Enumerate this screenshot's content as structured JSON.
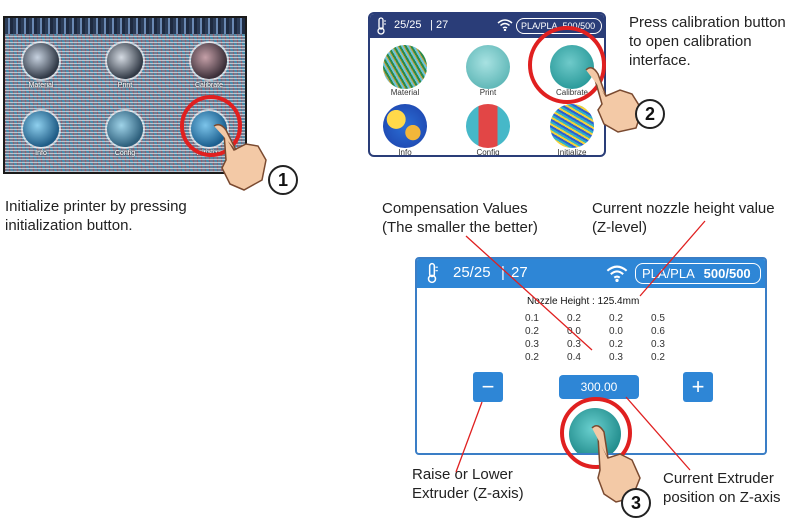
{
  "screen1": {
    "labels": [
      "Material",
      "Print",
      "Calibrate",
      "Info",
      "Config",
      "Initialize"
    ]
  },
  "screen2": {
    "temp": "25/25",
    "fan": "27",
    "filament": "PLA/PLA",
    "remaining": "500/500",
    "menu": [
      "Material",
      "Print",
      "Calibrate",
      "Info",
      "Config",
      "Initialize"
    ]
  },
  "screen3": {
    "temp": "25/25",
    "fan": "27",
    "filament": "PLA/PLA",
    "remaining": "500/500",
    "nozzle_height": "Nozzle Height : 125.4mm",
    "compensation": [
      [
        "0.1",
        "0.2",
        "0.2",
        "0.5"
      ],
      [
        "0.2",
        "0.0",
        "0.0",
        "0.6"
      ],
      [
        "0.3",
        "0.3",
        "0.2",
        "0.3"
      ],
      [
        "0.2",
        "0.4",
        "0.3",
        "0.2"
      ]
    ],
    "position_value": "300.00",
    "minus": "−",
    "plus": "+"
  },
  "captions": {
    "step1": "Initialize printer by pressing initialization button.",
    "step2": "Press calibration button to open calibration interface.",
    "comp_values": "Compensation Values (The smaller the better)",
    "nozzle_value": "Current nozzle height value (Z-level)",
    "raise_lower": "Raise or Lower Extruder (Z-axis)",
    "current_pos": "Current Extruder position on Z-axis"
  },
  "badges": [
    "1",
    "2",
    "3"
  ],
  "colors": {
    "highlight_red": "#e02020",
    "header_blue": "#2e86d6",
    "header_navy": "#2a3d78",
    "teal": "#2aa6a6"
  },
  "icons": [
    "thermometer-icon",
    "wifi-icon",
    "pointing-hand-icon",
    "minus-icon",
    "plus-icon"
  ]
}
